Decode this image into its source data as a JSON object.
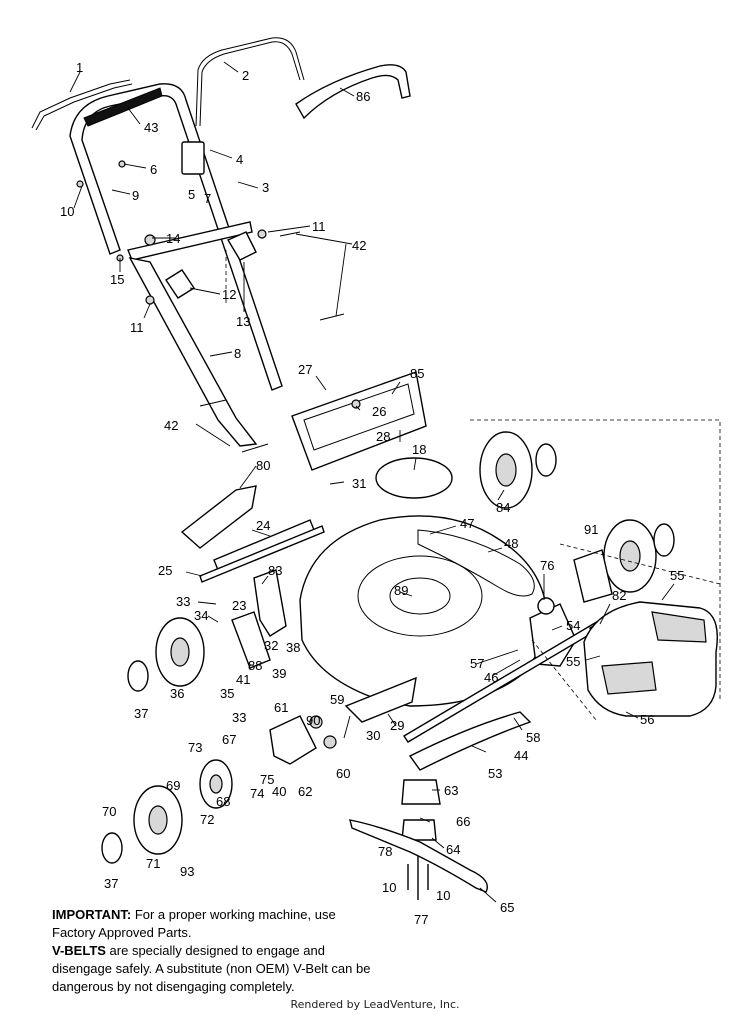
{
  "callouts": [
    {
      "id": "c1",
      "label": "1"
    },
    {
      "id": "c2",
      "label": "2"
    },
    {
      "id": "c86",
      "label": "86"
    },
    {
      "id": "c43",
      "label": "43"
    },
    {
      "id": "c4",
      "label": "4"
    },
    {
      "id": "c6",
      "label": "6"
    },
    {
      "id": "c5",
      "label": "5"
    },
    {
      "id": "c7",
      "label": "7"
    },
    {
      "id": "c3",
      "label": "3"
    },
    {
      "id": "c9",
      "label": "9"
    },
    {
      "id": "c10a",
      "label": "10"
    },
    {
      "id": "c11a",
      "label": "11"
    },
    {
      "id": "c42a",
      "label": "42"
    },
    {
      "id": "c14",
      "label": "14"
    },
    {
      "id": "c15",
      "label": "15"
    },
    {
      "id": "c12",
      "label": "12"
    },
    {
      "id": "c13",
      "label": "13"
    },
    {
      "id": "c11b",
      "label": "11"
    },
    {
      "id": "c8",
      "label": "8"
    },
    {
      "id": "c27",
      "label": "27"
    },
    {
      "id": "c85",
      "label": "85"
    },
    {
      "id": "c26",
      "label": "26"
    },
    {
      "id": "c42b",
      "label": "42"
    },
    {
      "id": "c28",
      "label": "28"
    },
    {
      "id": "c18",
      "label": "18"
    },
    {
      "id": "c31",
      "label": "31"
    },
    {
      "id": "c80",
      "label": "80"
    },
    {
      "id": "c84",
      "label": "84"
    },
    {
      "id": "c47",
      "label": "47"
    },
    {
      "id": "c24",
      "label": "24"
    },
    {
      "id": "c91",
      "label": "91"
    },
    {
      "id": "c48",
      "label": "48"
    },
    {
      "id": "c25",
      "label": "25"
    },
    {
      "id": "c83",
      "label": "83"
    },
    {
      "id": "c89",
      "label": "89"
    },
    {
      "id": "c76",
      "label": "76"
    },
    {
      "id": "c55a",
      "label": "55"
    },
    {
      "id": "c82",
      "label": "82"
    },
    {
      "id": "c33a",
      "label": "33"
    },
    {
      "id": "c23",
      "label": "23"
    },
    {
      "id": "c34",
      "label": "34"
    },
    {
      "id": "c32",
      "label": "32"
    },
    {
      "id": "c38",
      "label": "38"
    },
    {
      "id": "c54",
      "label": "54"
    },
    {
      "id": "c88",
      "label": "88"
    },
    {
      "id": "c39",
      "label": "39"
    },
    {
      "id": "c41",
      "label": "41"
    },
    {
      "id": "c57",
      "label": "57"
    },
    {
      "id": "c55b",
      "label": "55"
    },
    {
      "id": "c46",
      "label": "46"
    },
    {
      "id": "c36",
      "label": "36"
    },
    {
      "id": "c35",
      "label": "35"
    },
    {
      "id": "c37a",
      "label": "37"
    },
    {
      "id": "c56",
      "label": "56"
    },
    {
      "id": "c59",
      "label": "59"
    },
    {
      "id": "c61",
      "label": "61"
    },
    {
      "id": "c90",
      "label": "90"
    },
    {
      "id": "c33b",
      "label": "33"
    },
    {
      "id": "c29",
      "label": "29"
    },
    {
      "id": "c30",
      "label": "30"
    },
    {
      "id": "c58",
      "label": "58"
    },
    {
      "id": "c44",
      "label": "44"
    },
    {
      "id": "c67",
      "label": "67"
    },
    {
      "id": "c73",
      "label": "73"
    },
    {
      "id": "c60",
      "label": "60"
    },
    {
      "id": "c53",
      "label": "53"
    },
    {
      "id": "c75",
      "label": "75"
    },
    {
      "id": "c40",
      "label": "40"
    },
    {
      "id": "c62",
      "label": "62"
    },
    {
      "id": "c69",
      "label": "69"
    },
    {
      "id": "c74",
      "label": "74"
    },
    {
      "id": "c63",
      "label": "63"
    },
    {
      "id": "c68",
      "label": "68"
    },
    {
      "id": "c70",
      "label": "70"
    },
    {
      "id": "c66",
      "label": "66"
    },
    {
      "id": "c72",
      "label": "72"
    },
    {
      "id": "c78",
      "label": "78"
    },
    {
      "id": "c64",
      "label": "64"
    },
    {
      "id": "c71",
      "label": "71"
    },
    {
      "id": "c37b",
      "label": "37"
    },
    {
      "id": "c93",
      "label": "93"
    },
    {
      "id": "c10b",
      "label": "10"
    },
    {
      "id": "c10c",
      "label": "10"
    },
    {
      "id": "c65",
      "label": "65"
    },
    {
      "id": "c77",
      "label": "77"
    }
  ],
  "notice": {
    "important_label": "IMPORTANT:",
    "important_text": " For a proper working machine, use Factory Approved Parts.",
    "vbelts_label": "V-BELTS",
    "vbelts_text": " are specially designed to engage and disengage safely.  A substitute (non OEM) V-Belt can be dangerous by not disengaging completely."
  },
  "credit": "Rendered by LeadVenture, Inc."
}
